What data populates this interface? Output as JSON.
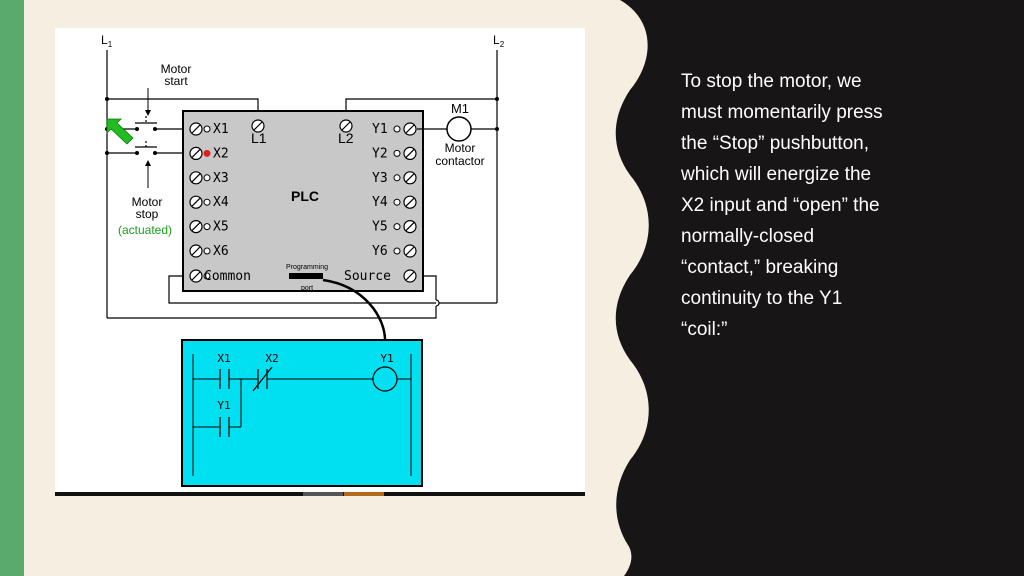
{
  "caption": {
    "lines": [
      "To stop the motor, we",
      "must momentarily press",
      "the “Stop” pushbutton,",
      "which will energize the",
      "X2 input and “open” the",
      "normally-closed",
      "“contact,” breaking",
      "continuity to the Y1",
      "“coil:”"
    ]
  },
  "diagram": {
    "l1_label": "L",
    "l1_sub": "1",
    "l2_label": "L",
    "l2_sub": "2",
    "motor_start_line1": "Motor",
    "motor_start_line2": "start",
    "motor_stop_line1": "Motor",
    "motor_stop_line2": "stop",
    "actuated_label": "(actuated)",
    "plc_label": "PLC",
    "plc_l1": "L1",
    "plc_l2": "L2",
    "inputs": [
      "X1",
      "X2",
      "X3",
      "X4",
      "X5",
      "X6"
    ],
    "outputs": [
      "Y1",
      "Y2",
      "Y3",
      "Y4",
      "Y5",
      "Y6"
    ],
    "common_label": "Common",
    "source_label": "Source",
    "programming_line1": "Programming",
    "programming_line2": "port",
    "m1_label": "M1",
    "motor_contactor_line1": "Motor",
    "motor_contactor_line2": "contactor",
    "ladder": {
      "x1": "X1",
      "x2": "X2",
      "y1_coil": "Y1",
      "y1_seal": "Y1"
    }
  },
  "colors": {
    "stripe": "#5aaa6e",
    "background": "#f5eee1",
    "panel": "#171515",
    "plc_body": "#c8c8c8",
    "ladder_bg": "#00e0f0",
    "arrow_green": "#22bb22",
    "active_input": "#e02020",
    "actuated_text": "#1aa01a"
  }
}
